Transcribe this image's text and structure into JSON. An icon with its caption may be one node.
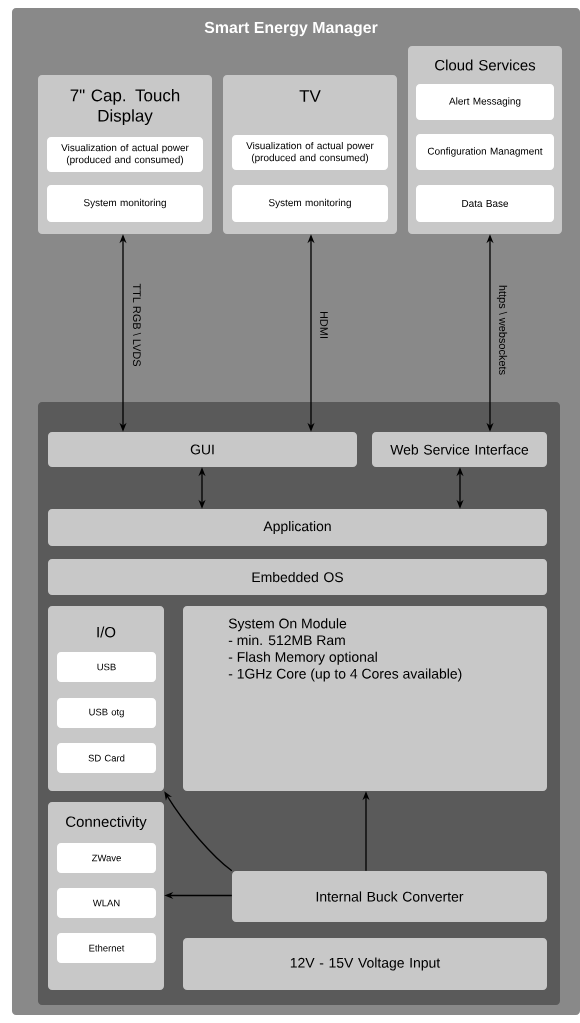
{
  "diagram": {
    "nodes": [
      {
        "text": [
          "Smart Energy Manager"
        ]
      },
      {
        "text": [
          "7\" Cap. Touch Display"
        ],
        "in": 0
      },
      {
        "text": [
          "Visualization of actual power (produced and consumed)"
        ],
        "in": 1
      },
      {
        "text": [
          "System monitoring"
        ],
        "in": 1
      },
      {
        "text": [
          "TV"
        ],
        "in": 0
      },
      {
        "text": [
          "Visualization of actual power (produced and consumed)"
        ],
        "in": 4
      },
      {
        "text": [
          "System monitoring"
        ],
        "in": 4
      },
      {
        "text": [
          "Cloud Services"
        ],
        "in": 0
      },
      {
        "text": [
          "Alert Messaging"
        ],
        "in": 7
      },
      {
        "text": [
          "Configuration Managment"
        ],
        "in": 7
      },
      {
        "text": [
          "Data Base"
        ],
        "in": 7
      },
      {
        "text": [],
        "shape": "box",
        "in": 0
      },
      {
        "text": [
          "GUI"
        ],
        "in": 11
      },
      {
        "text": [
          "Web Service Interface"
        ],
        "in": 11
      },
      {
        "text": [
          "Application"
        ],
        "in": 11
      },
      {
        "text": [
          "Embedded OS"
        ],
        "in": 11
      },
      {
        "text": [
          "I/O"
        ],
        "in": 11
      },
      {
        "text": [
          "USB"
        ],
        "in": 16
      },
      {
        "text": [
          "USB otg"
        ],
        "in": 16
      },
      {
        "text": [
          "SD Card"
        ],
        "in": 16
      },
      {
        "text": [
          "Connectivity"
        ],
        "in": 11
      },
      {
        "text": [
          "ZWave"
        ],
        "in": 20
      },
      {
        "text": [
          "WLAN"
        ],
        "in": 20
      },
      {
        "text": [
          "Ethernet"
        ],
        "in": 20
      },
      {
        "text": [
          "System On Module",
          "- min. 512MB Ram",
          "- Flash Memory optional",
          "- 1GHz Core (up to 4 Cores available)"
        ],
        "in": 11
      },
      {
        "text": [
          "Internal Buck Converter"
        ],
        "in": 11
      },
      {
        "text": [
          "12V - 15V Voltage Input"
        ],
        "in": 11
      }
    ],
    "edges": [
      {
        "from": 12,
        "to": 1,
        "arrow": "both",
        "label": "TTL RGB \\ LVDS"
      },
      {
        "from": 12,
        "to": 4,
        "arrow": "both",
        "label": "HDMI"
      },
      {
        "from": 13,
        "to": 7,
        "arrow": "both",
        "label": "https \\ websockets"
      },
      {
        "from": 12,
        "to": 14,
        "arrow": "both"
      },
      {
        "from": 13,
        "to": 14,
        "arrow": "both"
      },
      {
        "from": 25,
        "to": 24,
        "arrow": "to"
      },
      {
        "from": 25,
        "to": 16,
        "arrow": "to"
      },
      {
        "from": 25,
        "to": 20,
        "arrow": "to"
      }
    ]
  }
}
